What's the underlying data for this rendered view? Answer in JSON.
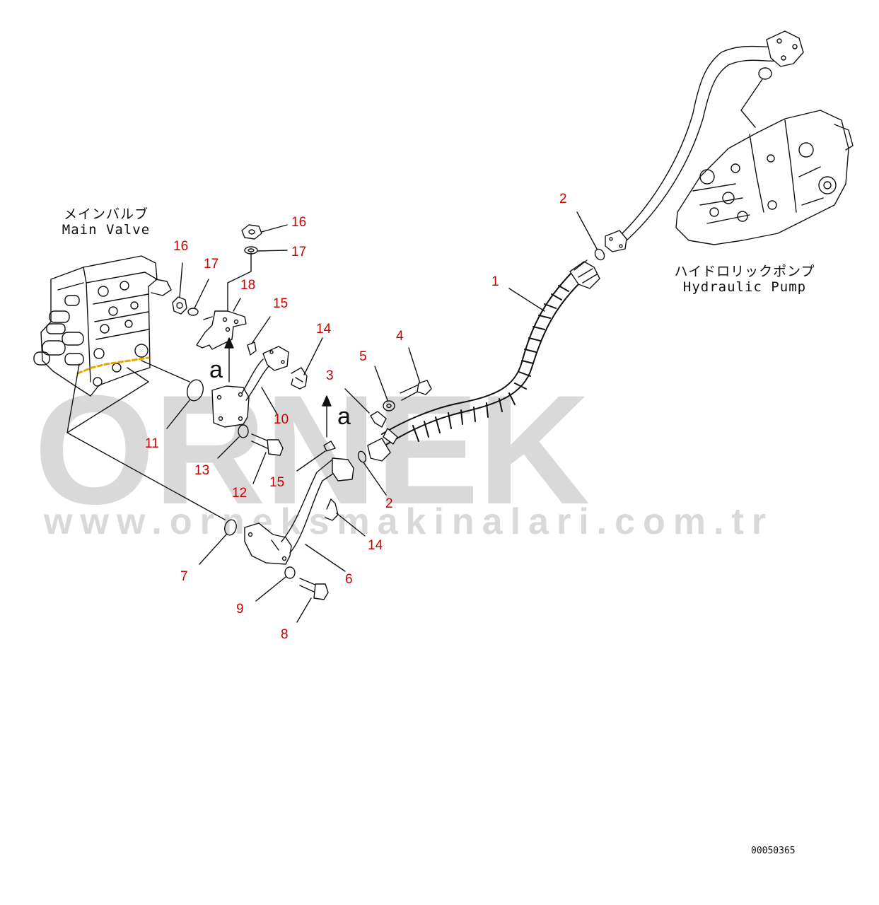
{
  "watermark": {
    "brand": "ORNEK",
    "url": "www.orneksmakinalari.com.tr"
  },
  "labels": {
    "main_valve_jp": "メインバルブ",
    "main_valve_en": "Main Valve",
    "pump_jp": "ハイドロリックポンプ",
    "pump_en": "Hydraulic Pump",
    "view_a_1": "a",
    "view_a_2": "a"
  },
  "callouts": {
    "c1": "1",
    "c2_top": "2",
    "c2_bottom": "2",
    "c3": "3",
    "c4": "4",
    "c5": "5",
    "c6": "6",
    "c7": "7",
    "c8": "8",
    "c9": "9",
    "c10": "10",
    "c11": "11",
    "c12": "12",
    "c13": "13",
    "c14_top": "14",
    "c14_bottom": "14",
    "c15_top": "15",
    "c15_bottom": "15",
    "c16_left": "16",
    "c16_top": "16",
    "c17_left": "17",
    "c17_top": "17",
    "c18": "18"
  },
  "document_id": "00050365",
  "colors": {
    "callout": "#cc0000",
    "watermark": "#d9d9d9",
    "line": "#111111"
  }
}
